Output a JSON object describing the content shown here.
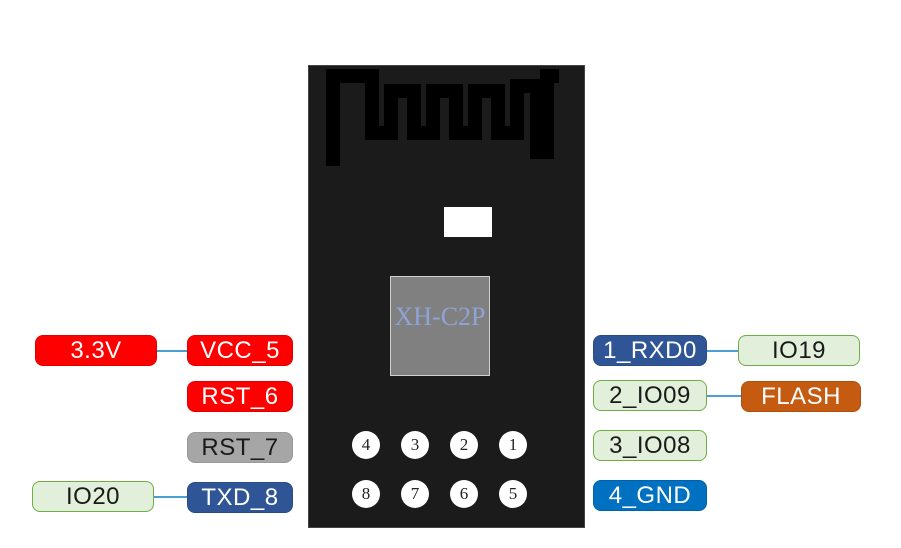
{
  "module": {
    "chip_label": "XH-C2P",
    "pins_top": [
      "4",
      "3",
      "2",
      "1"
    ],
    "pins_bottom": [
      "8",
      "7",
      "6",
      "5"
    ]
  },
  "left_labels": {
    "power": "3.3V",
    "vcc": "VCC_5",
    "rst6": "RST_6",
    "rst7": "RST_7",
    "io20": "IO20",
    "txd": "TXD_8"
  },
  "right_labels": {
    "rxd": "1_RXD0",
    "io19": "IO19",
    "io09": "2_IO09",
    "flash": "FLASH",
    "io08": "3_IO08",
    "gnd": "4_GND"
  },
  "colors": {
    "board": "#1b1b1b",
    "red": "#ff0000",
    "navy": "#2f5597",
    "gray": "#a6a6a6",
    "light_green": "#e2efda",
    "orange": "#c55a11",
    "blue": "#0070c0",
    "connector_line": "#4a9fd4"
  }
}
